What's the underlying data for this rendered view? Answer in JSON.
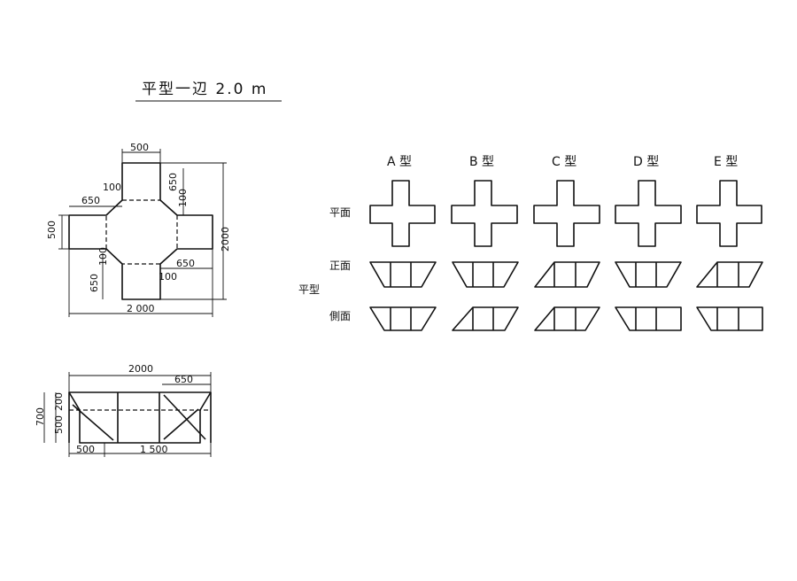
{
  "title": "平型一辺 2.0 m",
  "plan_view": {
    "dims": {
      "top_width": "500",
      "corner_upper_left": "100",
      "arm_upper_left": "650",
      "arm_upper_right": "650",
      "corner_upper_right": "100",
      "left_height": "500",
      "overall_right": "2000",
      "corner_lower_left": "100",
      "arm_lower_left": "650",
      "arm_lower_right": "650",
      "corner_lower_right": "100",
      "overall_bottom": "2 000"
    }
  },
  "elevation_view": {
    "dims": {
      "overall_top": "2000",
      "arm_top": "650",
      "height_total": "700",
      "height_upper": "200",
      "height_lower": "500",
      "bottom_left": "500",
      "bottom_right": "1 500"
    }
  },
  "types": {
    "headers": [
      "A 型",
      "B 型",
      "C 型",
      "D 型",
      "E 型"
    ],
    "row_labels": {
      "plan": "平面",
      "front": "正面",
      "side": "側面",
      "group": "平型"
    }
  }
}
